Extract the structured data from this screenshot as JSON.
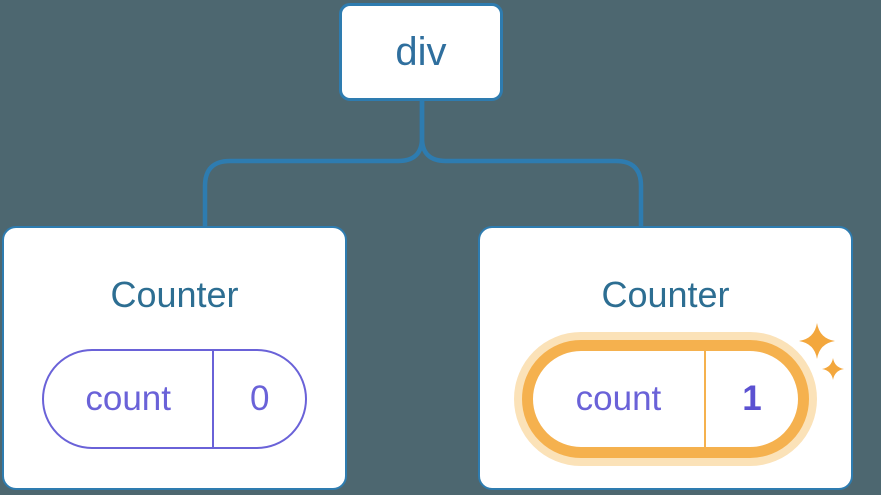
{
  "diagram": {
    "root": {
      "label": "div"
    },
    "children": [
      {
        "title": "Counter",
        "state": {
          "key": "count",
          "value": "0"
        },
        "highlighted": false
      },
      {
        "title": "Counter",
        "state": {
          "key": "count",
          "value": "1"
        },
        "highlighted": true
      }
    ],
    "colors": {
      "background": "#4D6770",
      "connector": "#2E7CB0",
      "node_text": "#2F6F9E",
      "title_text": "#2D6E92",
      "state_accent": "#6A62D8",
      "state_value_bold": "#5B51D1",
      "highlight_border": "#F5B14E",
      "highlight_glow": "#FBE2B8",
      "sparkle": "#F3A73D"
    }
  }
}
